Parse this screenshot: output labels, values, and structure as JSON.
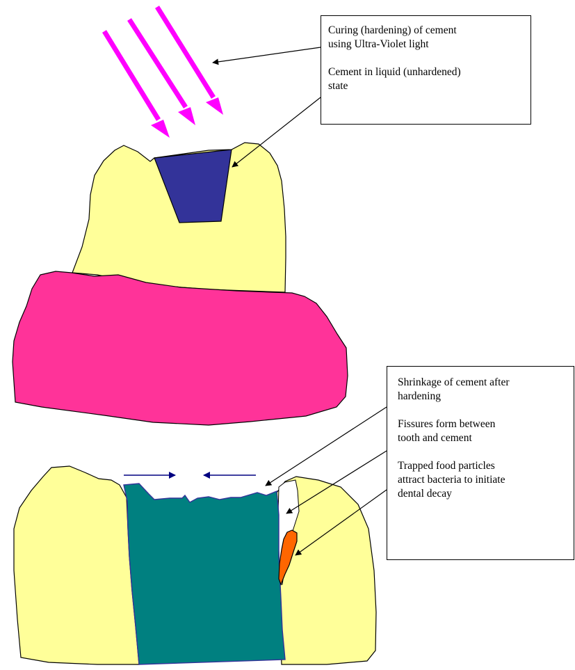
{
  "colors": {
    "tooth": "#ffff99",
    "gum": "#ff3399",
    "liquid_cement": "#333399",
    "hardened_cement": "#008080",
    "food_particle": "#ff6600",
    "uv_light": "#ff00ff",
    "shrink_arrow": "#000080",
    "pointer": "#000000"
  },
  "icons": {
    "uv_light": "uv-light-arrow-icon",
    "shrinkage": "shrinkage-arrow-icon"
  },
  "callouts": {
    "top": {
      "line1": "Curing (hardening) of cement\nusing Ultra-Violet light",
      "line2": "Cement in liquid (unhardened)\nstate"
    },
    "bottom": {
      "line1": "Shrinkage of cement after\nhardening",
      "line2": "Fissures form between\ntooth and cement",
      "line3": "Trapped food particles\nattract bacteria to initiate\ndental decay"
    }
  }
}
